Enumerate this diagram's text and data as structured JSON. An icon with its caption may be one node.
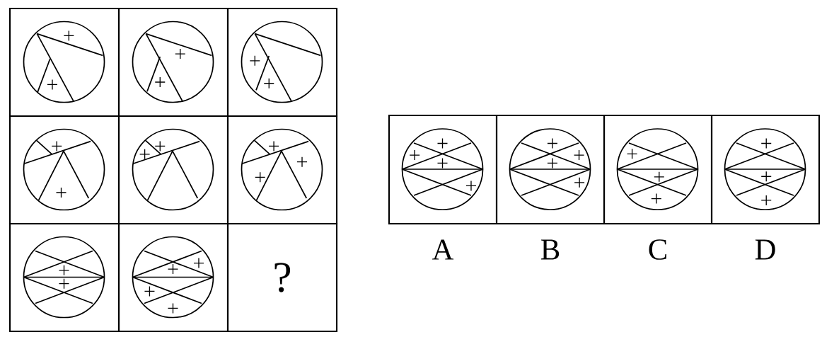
{
  "diagram": {
    "nodes": [
      {
        "text": [],
        "shape": "picture"
      },
      {
        "text": [],
        "shape": "picture"
      },
      {
        "text": [],
        "shape": "picture"
      },
      {
        "text": [],
        "shape": "picture"
      },
      {
        "text": [],
        "shape": "picture"
      },
      {
        "text": [],
        "shape": "picture"
      },
      {
        "text": [],
        "shape": "picture"
      },
      {
        "text": [],
        "shape": "picture"
      },
      {
        "text": [
          "?"
        ]
      },
      {
        "text": [],
        "shape": "picture",
        "beside": [
          "A"
        ]
      },
      {
        "text": [],
        "shape": "picture",
        "beside": [
          "B"
        ]
      },
      {
        "text": [],
        "shape": "picture",
        "beside": [
          "C"
        ]
      },
      {
        "text": [],
        "shape": "picture",
        "beside": [
          "D"
        ]
      }
    ]
  }
}
